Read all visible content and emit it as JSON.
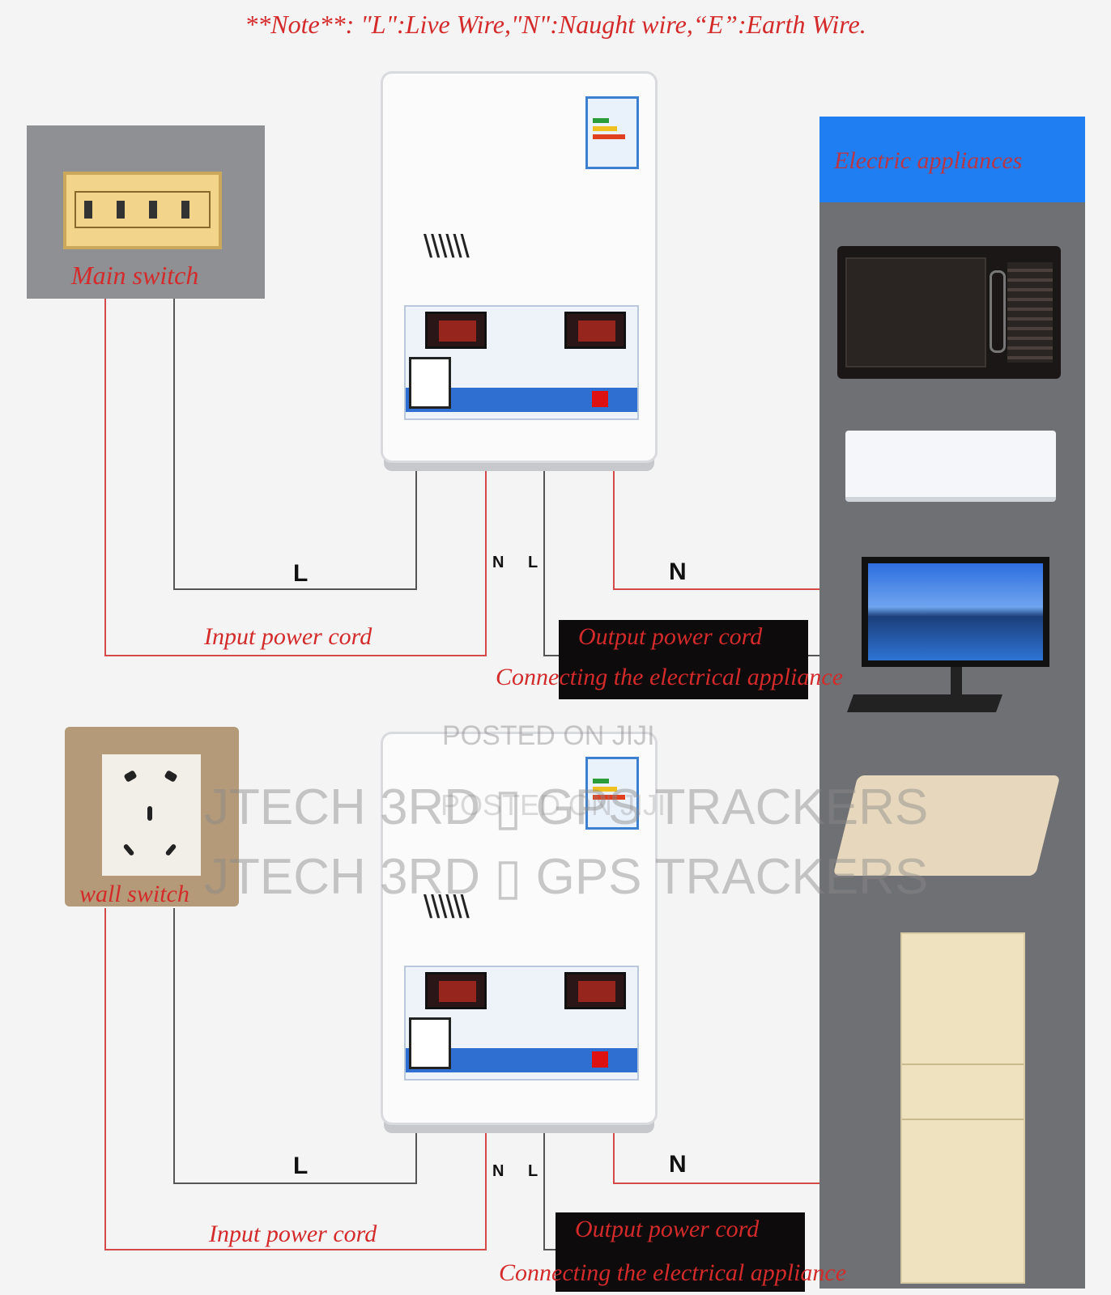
{
  "note": "**Note**:  \"L\":Live Wire,\"N\":Naught wire,“E”:Earth Wire.",
  "main_switch_label": "Main switch",
  "wall_switch_label": "wall switch",
  "appliances_header": "Electric appliances",
  "top": {
    "wire_L": "L",
    "wire_N_in": "N",
    "wire_L_out": "L",
    "wire_N_out": "N",
    "input_cord": "Input power cord",
    "output_cord": "Output power cord",
    "connecting": "Connecting the electrical appliance"
  },
  "bottom": {
    "wire_L": "L",
    "wire_N_in": "N",
    "wire_L_out": "L",
    "wire_N_out": "N",
    "input_cord": "Input power cord",
    "output_cord": "Output power cord",
    "connecting": "Connecting the electrical appliance"
  },
  "watermarks": {
    "posted_1": "POSTED ON JIJI",
    "posted_2": "POSTED ON JIJI",
    "seller_1": "JTECH 3RD ▯ GPS TRACKERS",
    "seller_2": "JTECH 3RD ▯ GPS TRACKERS"
  },
  "colors": {
    "annotation_red": "#d42a2a",
    "wire_dark": "#555555",
    "wire_red": "#d24a4a",
    "header_blue": "#1f7ff2"
  }
}
